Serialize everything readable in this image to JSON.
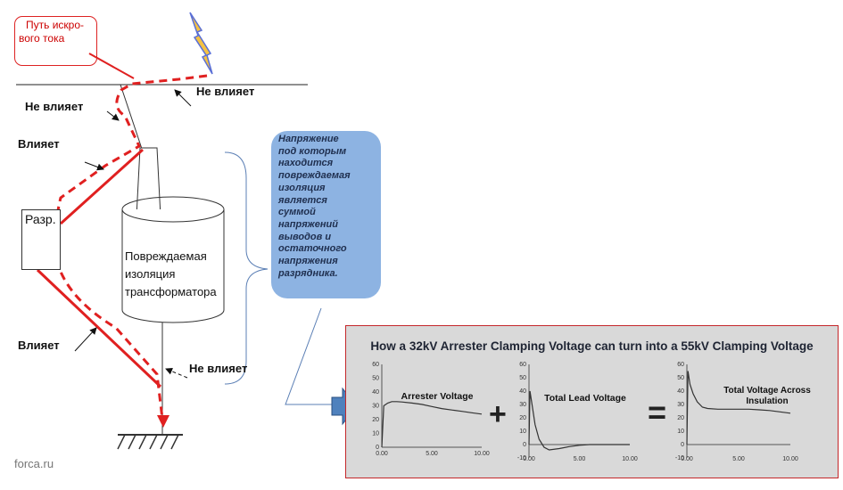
{
  "callout": {
    "line1": "Путь искро-",
    "line2": "вого тока"
  },
  "labels": {
    "ne_vliyaet_top": "Не влияет",
    "ne_vliyaet_left": "Не влияет",
    "vliyaet_upper": "Влияет",
    "vliyaet_lower": "Влияет",
    "ne_vliyaet_bottom": "Не влияет",
    "arrester": "Разр.",
    "transformer": [
      "Повреждаемая",
      "изоляция",
      "трансформатора"
    ]
  },
  "note_lines": [
    "Напряжение",
    "под которым",
    "находится",
    "повреждаемая",
    "изоляция",
    "является",
    "суммой",
    "напряжений",
    "выводов  и",
    "остаточного",
    "напряжения",
    "разрядника."
  ],
  "panel": {
    "title": "How a 32kV Arrester Clamping Voltage can turn into a 55kV Clamping Voltage",
    "plus": "+",
    "equals": "="
  },
  "footer": "forca.ru",
  "colors": {
    "path_red": "#e02020",
    "note_blue": "#8db3e2",
    "panel_bg": "#d9d9d9",
    "panel_border": "#c4272a"
  },
  "chart_data": [
    {
      "type": "line",
      "title": "Arrester Voltage",
      "x_ticks": [
        "0.00",
        "5.00",
        "10.00"
      ],
      "y_ticks": [
        "60",
        "50",
        "40",
        "30",
        "20",
        "10",
        "0"
      ],
      "xlim": [
        0,
        10
      ],
      "ylim": [
        0,
        60
      ],
      "x": [
        0,
        0.2,
        0.6,
        1,
        1.5,
        2,
        3,
        4,
        5,
        6,
        7,
        8,
        9,
        10
      ],
      "y": [
        0,
        30,
        32,
        33,
        33,
        32.8,
        32,
        31,
        29.5,
        28,
        27,
        26,
        25,
        24
      ]
    },
    {
      "type": "line",
      "title": "Total Lead Voltage",
      "x_ticks": [
        "0.00",
        "5.00",
        "10.00"
      ],
      "y_ticks": [
        "60",
        "50",
        "40",
        "30",
        "20",
        "10",
        "0",
        "-10"
      ],
      "xlim": [
        0,
        10
      ],
      "ylim": [
        -10,
        60
      ],
      "x": [
        0,
        0.1,
        0.3,
        0.6,
        1,
        1.5,
        2,
        3,
        4,
        5,
        6,
        7,
        8,
        9,
        10
      ],
      "y": [
        0,
        40,
        30,
        15,
        4,
        -2,
        -4,
        -3,
        -1.5,
        -0.5,
        0,
        0,
        0,
        0,
        0
      ]
    },
    {
      "type": "line",
      "title": "Total Voltage Across Insulation",
      "x_ticks": [
        "0.00",
        "5.00",
        "10.00"
      ],
      "y_ticks": [
        "60",
        "50",
        "40",
        "30",
        "20",
        "10",
        "0",
        "-10"
      ],
      "xlim": [
        0,
        10
      ],
      "ylim": [
        -10,
        60
      ],
      "x": [
        0,
        0.1,
        0.3,
        0.6,
        1,
        1.5,
        2,
        3,
        4,
        5,
        6,
        7,
        8,
        9,
        10
      ],
      "y": [
        0,
        55,
        45,
        38,
        32,
        28,
        27,
        26.5,
        26.5,
        26.5,
        26.5,
        26,
        25.5,
        24.5,
        23.5
      ]
    }
  ]
}
